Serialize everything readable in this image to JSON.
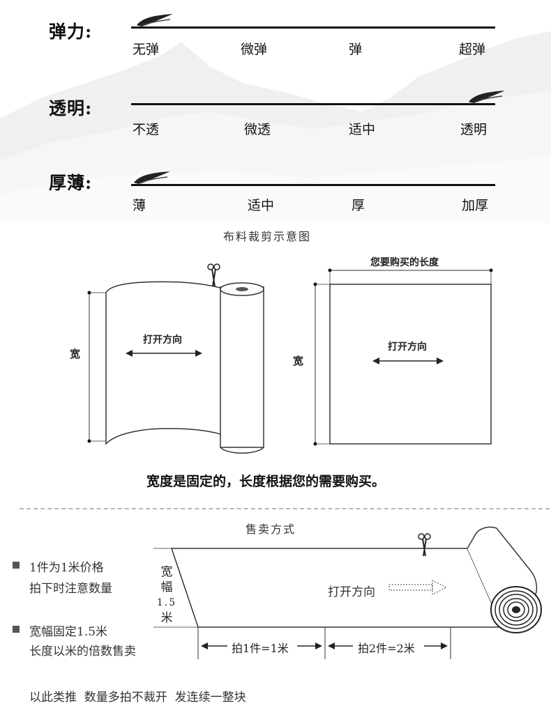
{
  "properties": [
    {
      "title": "弹力:",
      "labels": [
        "无弹",
        "微弹",
        "弹",
        "超弹"
      ],
      "selected_index": 0
    },
    {
      "title": "透明:",
      "labels": [
        "不透",
        "微透",
        "适中",
        "透明"
      ],
      "selected_index": 3
    },
    {
      "title": "厚薄:",
      "labels": [
        "薄",
        "适中",
        "厚",
        "加厚"
      ],
      "selected_index": 0
    }
  ],
  "cutting": {
    "caption": "布料裁剪示意图",
    "roll": {
      "width_label": "宽",
      "direction_label": "打开方向"
    },
    "sheet": {
      "length_label": "您要购买的长度",
      "width_label": "宽",
      "direction_label": "打开方向"
    },
    "note": "宽度是固定的，长度根据您的需要购买。"
  },
  "sales": {
    "caption": "售卖方式",
    "notes": [
      {
        "line1": "1件为1米价格",
        "line2": "拍下时注意数量"
      },
      {
        "line1": "宽幅固定1.5米",
        "line2": "长度以米的倍数售卖"
      }
    ],
    "width_chars": [
      "宽",
      "幅",
      "1.5",
      "米"
    ],
    "direction_label": "打开方向",
    "segments": [
      "拍1件=1米",
      "拍2件=2米"
    ],
    "footer": "以此类推  数量多拍不裁开  发连续一整块"
  },
  "colors": {
    "ink": "#111111",
    "line": "#333333",
    "separator": "#b8b8b8"
  }
}
